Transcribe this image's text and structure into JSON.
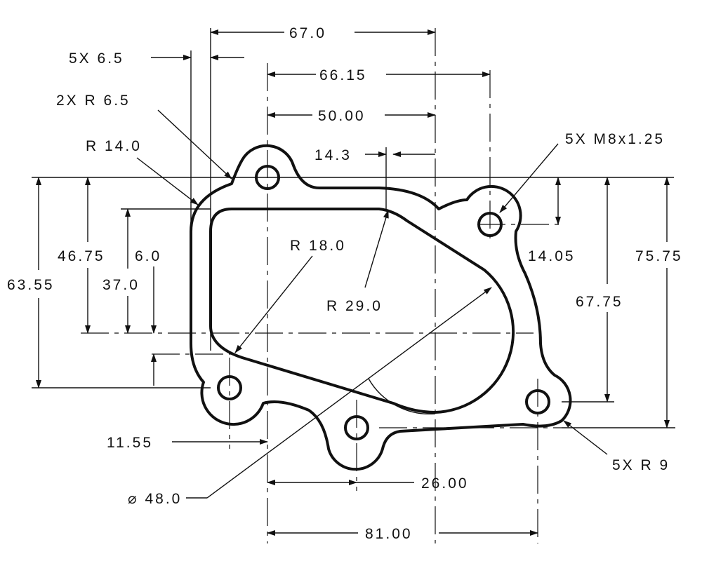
{
  "drawing": {
    "title": "Turbo flange gasket dimension drawing",
    "dimensions": {
      "width_top": "67.0",
      "hole_dia": "5X  6.5",
      "span_6615": "66.15",
      "span_5000": "50.00",
      "offset_143": "14.3",
      "thread": "5X  M8x1.25",
      "radius_65": "2X  R 6.5",
      "radius_14": "R 14.0",
      "h_4675": "46.75",
      "h_60": "6.0",
      "h_6355": "63.55",
      "h_370": "37.0",
      "r_18": "R 18.0",
      "r_29": "R 29.0",
      "h_1405": "14.05",
      "h_7575": "75.75",
      "h_6775": "67.75",
      "x_1155": "11.55",
      "r_9": "5X  R 9",
      "x_2600": "26.00",
      "dia_48": "⌀ 48.0",
      "x_8100": "81.00"
    }
  }
}
